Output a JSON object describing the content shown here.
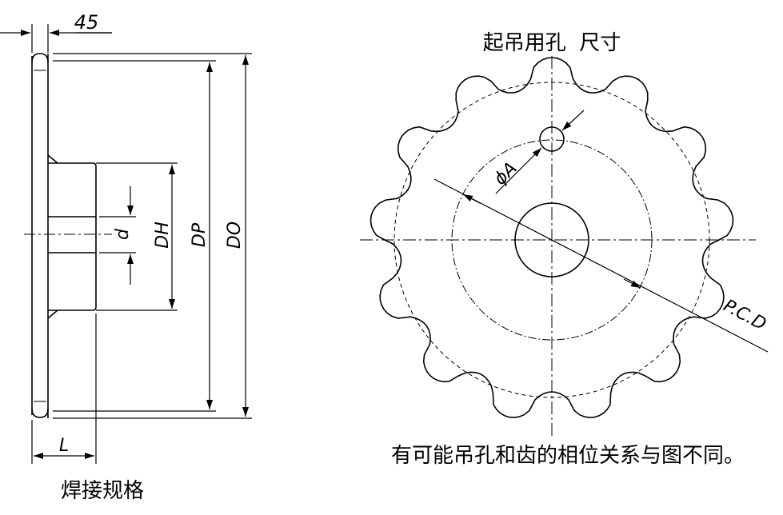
{
  "side_view": {
    "chamfer_dim": "45",
    "labels": {
      "d": "d",
      "dh": "DH",
      "dp": "DP",
      "do": "DO",
      "l": "L"
    },
    "caption": "焊接规格"
  },
  "front_view": {
    "title": "起吊用孔  尺寸",
    "hole_label": "ϕA",
    "pcd_label": "P.C.D",
    "note": "有可能吊孔和齿的相位关系与图不同。",
    "teeth": 13
  }
}
